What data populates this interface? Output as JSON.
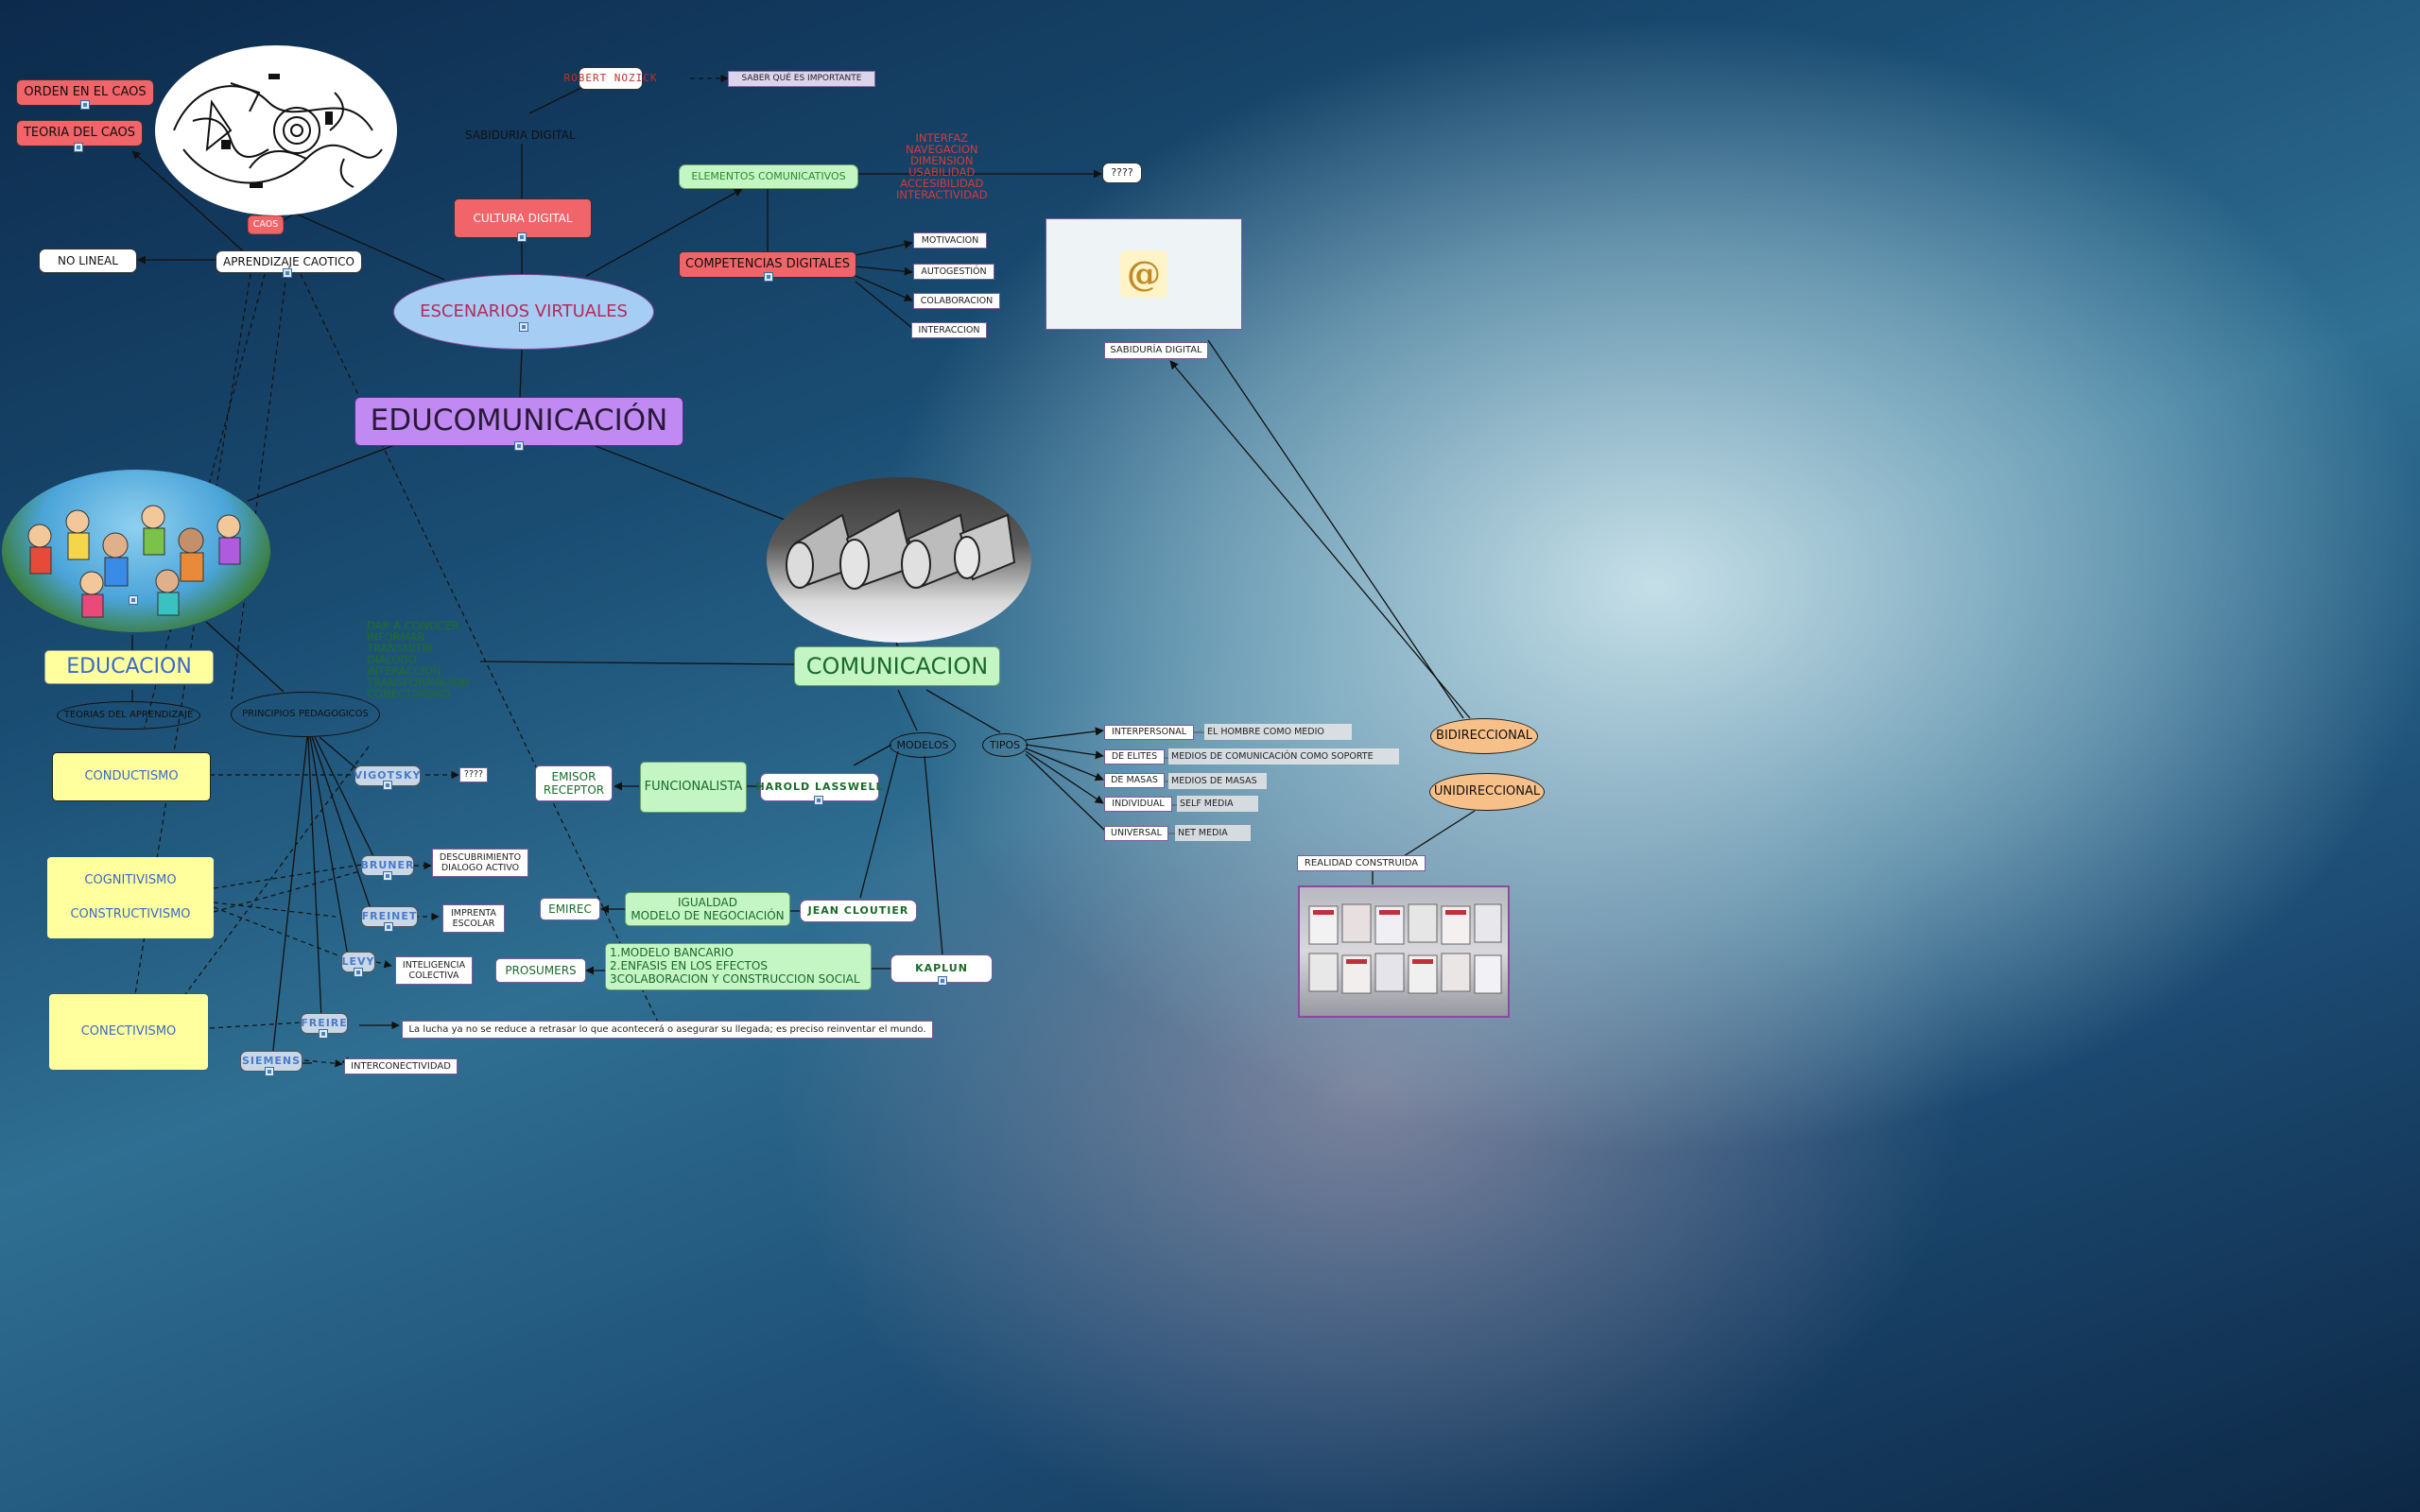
{
  "central": "EDUCOMUNICACIÓN",
  "escenarios": {
    "title": "ESCENARIOS VIRTUALES",
    "cultura_digital": "CULTURA DIGITAL",
    "sabiduria_digital_label": "SABIDURIA DIGITAL",
    "robert_nozick": "ROBERT NOZICK",
    "saber_que": "SABER QUÉ ES IMPORTANTE",
    "elementos_comunicativos": "ELEMENTOS COMUNICATIVOS",
    "elementos_list": "INTERFAZ\nNAVEGACION\nDIMENSION\nUSABILIDAD\nACCESIBILIDAD\nINTERACTIVIDAD",
    "question_marks": "????",
    "competencias_digitales": "COMPETENCIAS DIGITALES",
    "competencias": [
      "MOTIVACION",
      "AUTOGESTIÓN",
      "COLABORACION",
      "INTERACCION"
    ],
    "sabiduria_digital_box": "SABIDURÍA DIGITAL"
  },
  "caos": {
    "orden_en_el_caos": "ORDEN EN EL CAOS",
    "teoria_del_caos": "TEORIA DEL CAOS",
    "caos_tag": "CAOS",
    "aprendizaje_caotico": "APRENDIZAJE CAOTICO",
    "no_lineal": "NO LINEAL"
  },
  "educacion": {
    "title": "EDUCACION",
    "teorias": "TEORIAS DEL APRENDIZAJE",
    "principios": "PRINCIPIOS PEDAGOGICOS",
    "purposes": "DAR A CONOCER\nINFORMAR\nTRANSMITIR\nDIALOGO\nINTERACCION\nTRANSFORMACION\nCONECTIVIDAD",
    "conductismo": "CONDUCTISMO",
    "cognitivismo": "COGNITIVISMO",
    "constructivismo": "CONSTRUCTIVISMO",
    "conectivismo": "CONECTIVISMO",
    "authors": {
      "vigotsky": "VIGOTSKY",
      "vigotsky_note": "????",
      "bruner": "BRUNER",
      "bruner_note": "DESCUBRIMIENTO\nDIALOGO ACTIVO",
      "freinet": "FREINET",
      "freinet_note": "IMPRENTA\nESCOLAR",
      "levy": "LEVY",
      "levy_note": "INTELIGENCIA\nCOLECTIVA",
      "freire": "FREIRE",
      "freire_quote": "La lucha ya no se reduce a retrasar lo que acontecerá o asegurar su llegada; es preciso reinventar el mundo.",
      "siemens": "SIEMENS",
      "siemens_note": "INTERCONECTIVIDAD"
    }
  },
  "comunicacion": {
    "title": "COMUNICACION",
    "modelos": "MODELOS",
    "tipos": "TIPOS",
    "harold_lasswell": "HAROLD LASSWELL",
    "funcionalista": "FUNCIONALISTA",
    "emisor_receptor": "EMISOR\nRECEPTOR",
    "jean_cloutier": "JEAN CLOUTIER",
    "igualdad": "IGUALDAD\nMODELO DE NEGOCIACIÓN",
    "emirec": "EMIREC",
    "kaplun": "KAPLUN",
    "kaplun_list": "1.MODELO BANCARIO\n2.ENFASIS EN LOS EFECTOS\n3COLABORACION Y CONSTRUCCION SOCIAL",
    "prosumers": "PROSUMERS",
    "types": [
      {
        "name": "INTERPERSONAL",
        "desc": "EL HOMBRE COMO MEDIO"
      },
      {
        "name": "DE ELITES",
        "desc": "MEDIOS DE COMUNICACIÓN COMO SOPORTE"
      },
      {
        "name": "DE MASAS",
        "desc": "MEDIOS DE MASAS"
      },
      {
        "name": "INDIVIDUAL",
        "desc": "SELF MEDIA"
      },
      {
        "name": "UNIVERSAL",
        "desc": "NET MEDIA"
      }
    ],
    "bidireccional": "BIDIRECCIONAL",
    "unidireccional": "UNIDIRECCIONAL",
    "realidad_construida": "REALIDAD CONSTRUIDA"
  },
  "colors": {
    "red_node": "#f0646a",
    "violet_node": "#c08af2",
    "blue_ellipse": "#a6cdf4",
    "green_node": "#c4f5c4",
    "yellow_node": "#ffff9e",
    "orange_node": "#f7c088",
    "dark_green_text": "#1e6e2a",
    "red_text": "#d43a3a",
    "link_line": "#111111"
  },
  "icons": [
    "picture-attachment-icon",
    "at-sign-icon"
  ]
}
